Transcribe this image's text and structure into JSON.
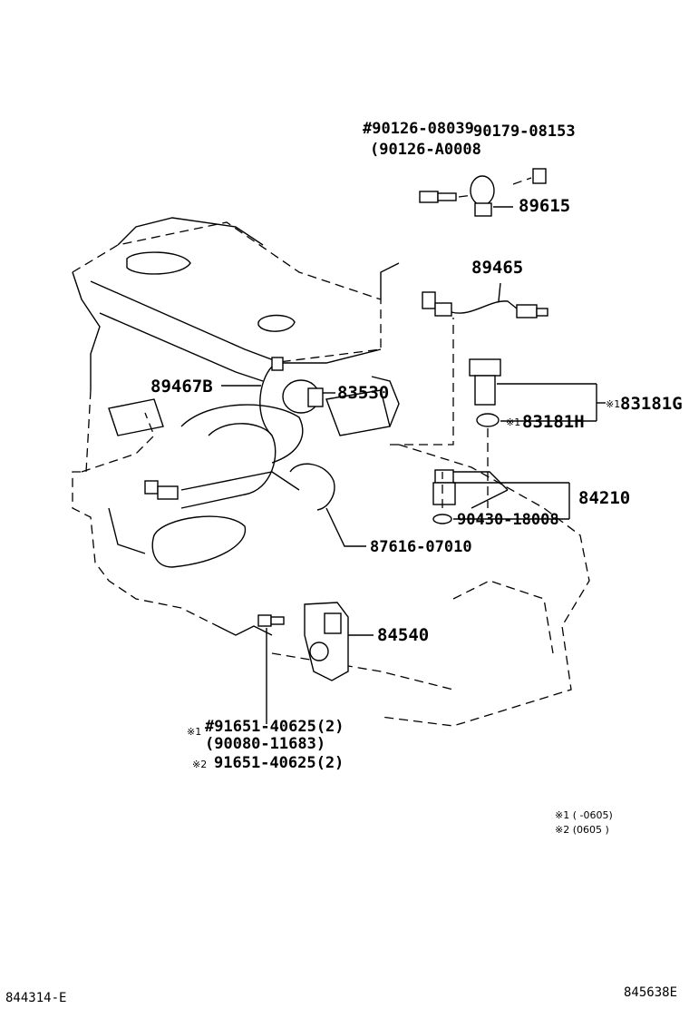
{
  "labels": {
    "p90126_08039": "#90126-08039",
    "p90126_A0008": "(90126-A0008",
    "p90179_08153": "90179-08153",
    "p89615": "89615",
    "p89465": "89465",
    "p89467B": "89467B",
    "p83530": "83530",
    "p83181G_mark": "※1",
    "p83181G": "83181G",
    "p83181H_mark": "※1",
    "p83181H": "83181H",
    "p84210": "84210",
    "p90430": "90430-18008",
    "p87616": "87616-07010",
    "p84540": "84540",
    "p91651_mark1": "※1",
    "p91651_a": "#91651-40625(2)",
    "p90080": "(90080-11683)",
    "p91651_mark2": "※2",
    "p91651_b": "91651-40625(2)"
  },
  "notes": {
    "note1": "※1 (      -0605)",
    "note2": "※2 (0605        )"
  },
  "footer": {
    "left": "844314-E",
    "right": "845638E"
  }
}
